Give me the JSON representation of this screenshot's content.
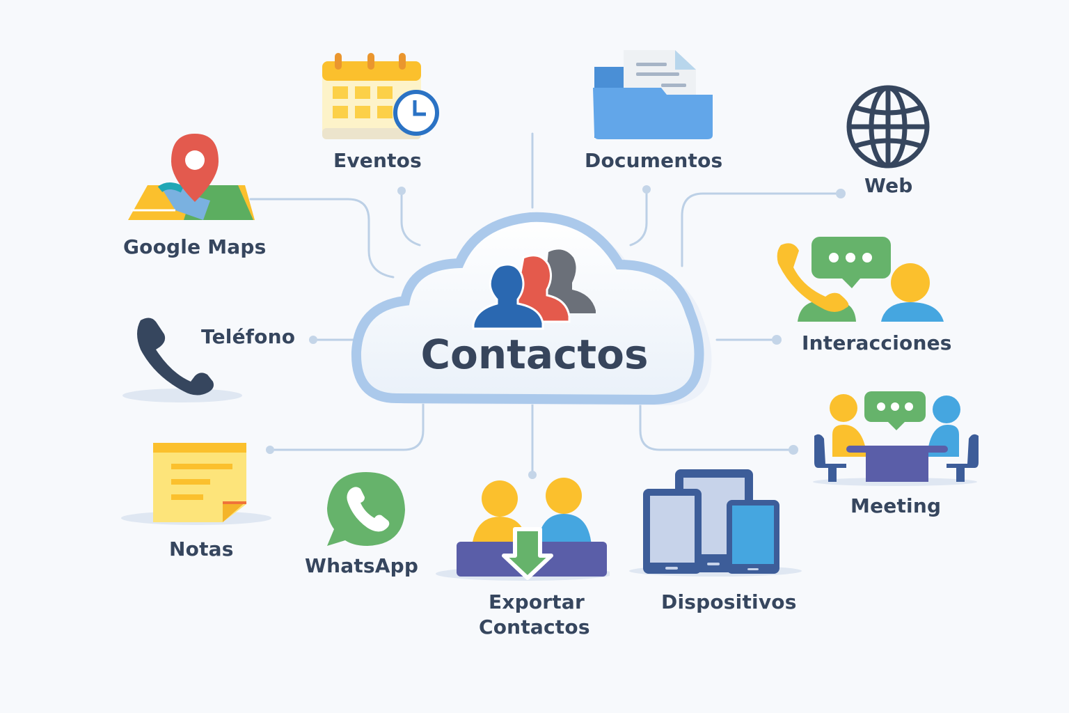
{
  "diagram": {
    "center": {
      "label": "Contactos",
      "icon": "contacts-group-icon"
    },
    "colors": {
      "background": "#f7f9fc",
      "connector": "#b9cde4",
      "text": "#36465e",
      "cloud_border": "#a9c8ec",
      "blue": "#2a68b1",
      "red": "#e45a4c",
      "gray": "#6b7280",
      "yellow": "#fbc02d",
      "green": "#66b36b",
      "light_blue": "#45a6e0",
      "purple": "#5a5ea8",
      "navy": "#3d4e6b"
    },
    "nodes": [
      {
        "id": "eventos",
        "label": "Eventos",
        "icon": "calendar-clock-icon"
      },
      {
        "id": "documentos",
        "label": "Documentos",
        "icon": "folder-document-icon"
      },
      {
        "id": "web",
        "label": "Web",
        "icon": "globe-icon"
      },
      {
        "id": "google-maps",
        "label": "Google Maps",
        "icon": "map-pin-icon"
      },
      {
        "id": "interacciones",
        "label": "Interacciones",
        "icon": "phone-chat-people-icon"
      },
      {
        "id": "telefono",
        "label": "Teléfono",
        "icon": "phone-handset-icon"
      },
      {
        "id": "meeting",
        "label": "Meeting",
        "icon": "meeting-table-icon"
      },
      {
        "id": "notas",
        "label": "Notas",
        "icon": "sticky-note-icon"
      },
      {
        "id": "whatsapp",
        "label": "WhatsApp",
        "icon": "whatsapp-icon"
      },
      {
        "id": "exportar",
        "label_line1": "Exportar",
        "label_line2": "Contactos",
        "icon": "export-contacts-icon"
      },
      {
        "id": "dispositivos",
        "label": "Dispositivos",
        "icon": "devices-icon"
      }
    ]
  }
}
